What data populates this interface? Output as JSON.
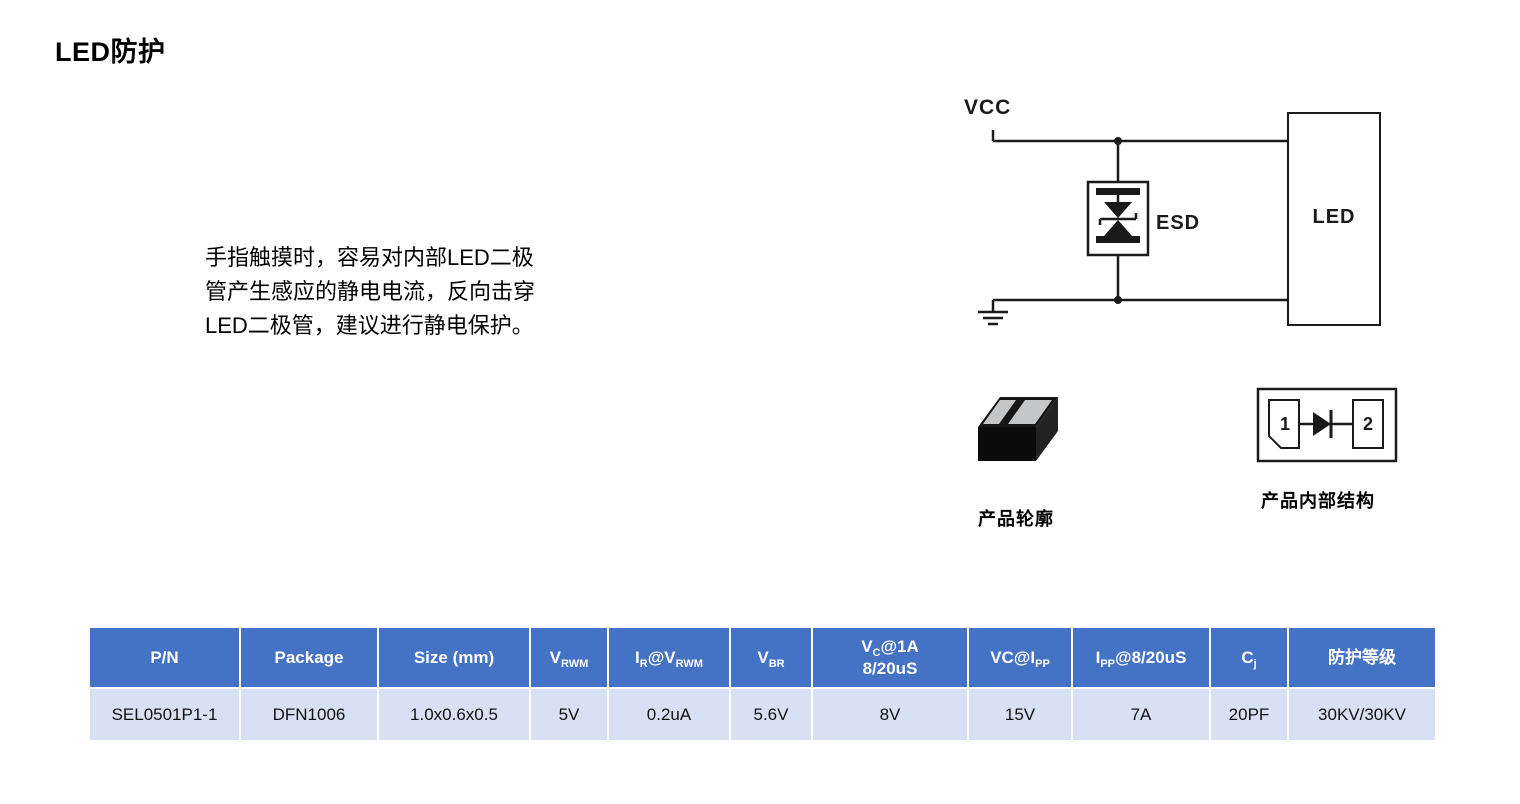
{
  "title": "LED防护",
  "description": "手指触摸时，容易对内部LED二极\n管产生感应的静电电流，反向击穿\nLED二极管，建议进行静电保护。",
  "circuit": {
    "vcc_label": "VCC",
    "esd_label": "ESD",
    "led_label": "LED"
  },
  "captions": {
    "outline": "产品轮廓",
    "internal": "产品内部结构"
  },
  "internal_structure": {
    "pin1": "1",
    "pin2": "2"
  },
  "colors": {
    "table_header_bg": "#4472C4",
    "table_row_bg": "#D7E1F3",
    "line_color": "#1a1a1a",
    "pad_color": "#C4C6C8",
    "package_body": "#0B0B0B"
  },
  "table": {
    "header": {
      "pn": "P/N",
      "package": "Package",
      "size": "Size (mm)",
      "vrwm": {
        "main": "V",
        "sub": "RWM"
      },
      "ir": {
        "p1": "I",
        "s1": "R",
        "p2": "@V",
        "s2": "RWM"
      },
      "vbr": {
        "main": "V",
        "sub": "BR"
      },
      "vc1a": {
        "p1": "V",
        "s1": "C",
        "p2": "@1A",
        "line2": "8/20uS"
      },
      "vcipp": {
        "p1": "VC@I",
        "s1": "PP"
      },
      "ipp": {
        "p1": "I",
        "s1": "PP",
        "p2": "@8/20uS"
      },
      "cj": {
        "main": "C",
        "sub": "j"
      },
      "grade": "防护等级"
    },
    "row": {
      "pn": "SEL0501P1-1",
      "package": "DFN1006",
      "size": "1.0x0.6x0.5",
      "vrwm": "5V",
      "ir": "0.2uA",
      "vbr": "5.6V",
      "vc1a": "8V",
      "vcipp": "15V",
      "ipp": "7A",
      "cj": "20PF",
      "grade": "30KV/30KV"
    }
  }
}
